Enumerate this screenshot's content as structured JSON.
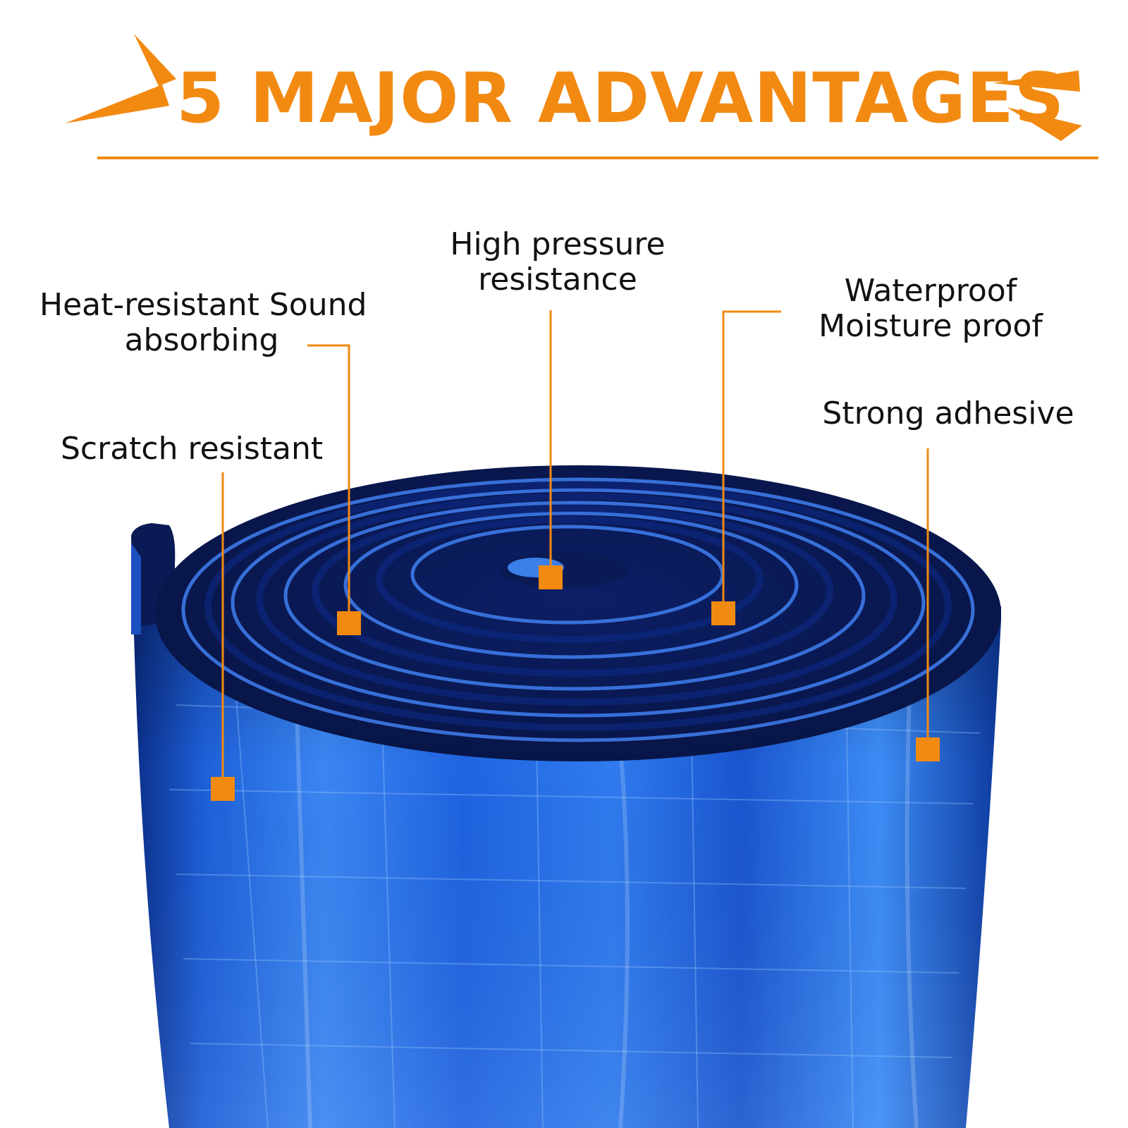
{
  "header": {
    "title": "5 MAJOR ADVANTAGES",
    "accent_color": "#f28a12"
  },
  "callouts": [
    {
      "lines": [
        "High pressure",
        "resistance"
      ]
    },
    {
      "lines": [
        "Heat-resistant Sound",
        "absorbing"
      ]
    },
    {
      "lines": [
        "Waterproof",
        "Moisture proof"
      ]
    },
    {
      "lines": [
        "Strong adhesive"
      ]
    },
    {
      "lines": [
        "Scratch resistant"
      ]
    }
  ],
  "product": {
    "image": "blue-foil-insulation-roll",
    "foil_color": "#1e63e0",
    "foam_color": "#0a1a55"
  }
}
